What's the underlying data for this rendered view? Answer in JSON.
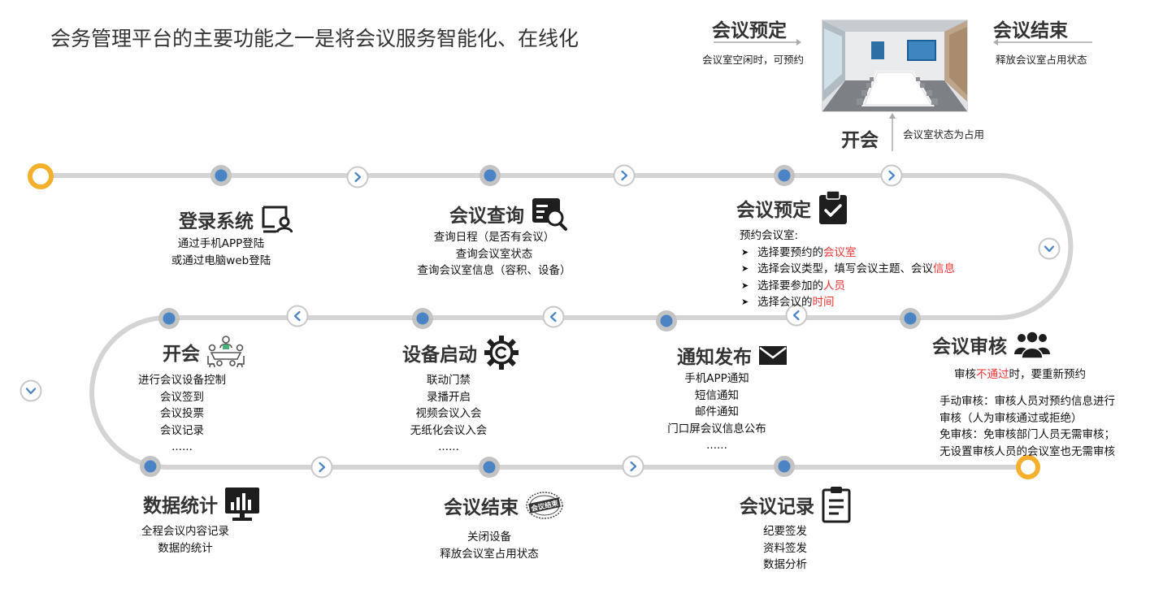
{
  "title": "会务管理平台的主要功能之一是将会议服务智能化、在线化",
  "top": {
    "book": {
      "title": "会议预定",
      "desc": "会议室空闲时，可预约"
    },
    "end": {
      "title": "会议结束",
      "desc": "释放会议室占用状态"
    },
    "open": {
      "title": "开会",
      "desc": "会议室状态为占用"
    }
  },
  "steps": {
    "login": {
      "title": "登录系统",
      "lines": [
        "通过手机APP登陆",
        "或通过电脑web登陆"
      ],
      "icon": "screen-user-icon"
    },
    "query": {
      "title": "会议查询",
      "lines": [
        "查询日程（是否有会议）",
        "查询会议室状态",
        "查询会议室信息（容积、设备）"
      ],
      "icon": "search-card-icon"
    },
    "reserve": {
      "title": "会议预定",
      "intro": "预约会议室:",
      "items": [
        {
          "text": "选择要预约的",
          "highlight": "会议室"
        },
        {
          "text": "选择会议类型，填写会议主题、会议",
          "highlight": "信息"
        },
        {
          "text": "选择要参加的",
          "highlight": "人员"
        },
        {
          "text": "选择会议的",
          "highlight": "时间"
        }
      ],
      "icon": "clipboard-check-icon"
    },
    "review": {
      "title": "会议审核",
      "note_pre": "审核",
      "note_red": "不通过",
      "note_post": "时，要重新预约",
      "lines": [
        "手动审核：审核人员对预约信息进行",
        "审核（人为审核通过或拒绝）",
        "免审核：免审核部门人员无需审核；",
        "无设置审核人员的会议室也无需审核"
      ],
      "icon": "people-icon"
    },
    "notify": {
      "title": "通知发布",
      "lines": [
        "手机APP通知",
        "短信通知",
        "邮件通知",
        "门口屏会议信息公布",
        "......"
      ],
      "icon": "envelope-icon"
    },
    "device": {
      "title": "设备启动",
      "lines": [
        "联动门禁",
        "录播开启",
        "视频会议入会",
        "无纸化会议入会",
        "......"
      ],
      "icon": "gear-icon"
    },
    "meeting": {
      "title": "开会",
      "lines": [
        "进行会议设备控制",
        "会议签到",
        "会议投票",
        "会议记录",
        "......"
      ],
      "icon": "meeting-table-icon"
    },
    "stats": {
      "title": "数据统计",
      "lines": [
        "全程会议内容记录",
        "数据的统计"
      ],
      "icon": "bar-chart-icon"
    },
    "ended": {
      "title": "会议结束",
      "lines": [
        "关闭设备",
        "释放会议室占用状态"
      ],
      "icon": "meeting-stamp-icon",
      "stamp_text": "会议结束"
    },
    "record": {
      "title": "会议记录",
      "lines": [
        "纪要签发",
        "资料签发",
        "数据分析"
      ],
      "icon": "document-icon"
    }
  },
  "colors": {
    "track": "#d4d4d4",
    "node": "#4a84c4",
    "node_ring": "#c3c3c3",
    "terminal": "#f4b02c",
    "arrow": "#4a84c4",
    "highlight": "#e33"
  }
}
